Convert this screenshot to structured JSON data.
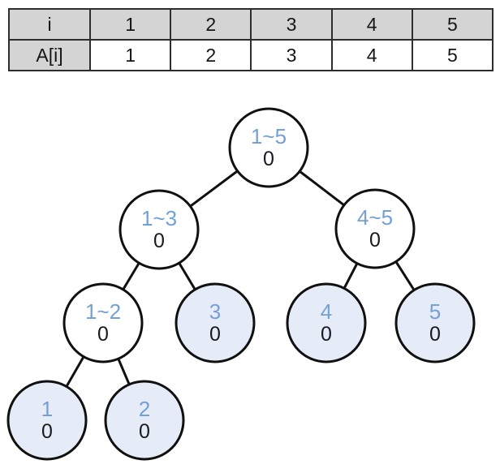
{
  "table": {
    "rows": [
      {
        "cells": [
          "i",
          "1",
          "2",
          "3",
          "4",
          "5"
        ]
      },
      {
        "cells": [
          "A[i]",
          "1",
          "2",
          "3",
          "4",
          "5"
        ]
      }
    ]
  },
  "tree": {
    "nodes": {
      "n15": {
        "range": "1~5",
        "value": "0"
      },
      "n13": {
        "range": "1~3",
        "value": "0"
      },
      "n45": {
        "range": "4~5",
        "value": "0"
      },
      "n12": {
        "range": "1~2",
        "value": "0"
      },
      "n3": {
        "range": "3",
        "value": "0"
      },
      "n4": {
        "range": "4",
        "value": "0"
      },
      "n5": {
        "range": "5",
        "value": "0"
      },
      "n1": {
        "range": "1",
        "value": "0"
      },
      "n2": {
        "range": "2",
        "value": "0"
      }
    }
  },
  "colors": {
    "range_text_blue": "#74a0d6",
    "leaf_node_fill": "#e6ecf7",
    "internal_node_fill": "#ffffff",
    "node_stroke": "#101010",
    "table_header_bg": "#d4d4d4"
  }
}
